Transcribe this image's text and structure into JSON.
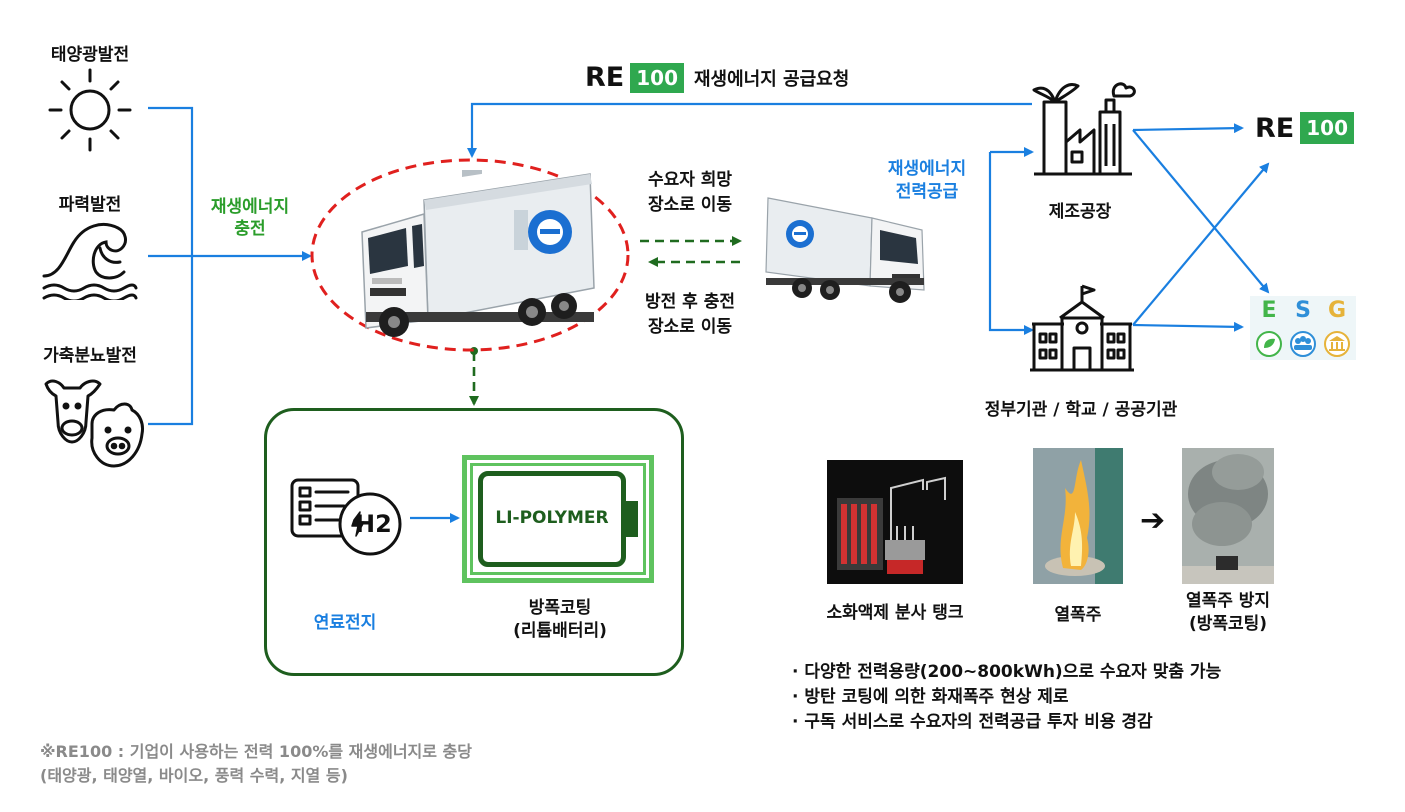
{
  "sources": {
    "solar": "태양광발전",
    "wind": "파력발전",
    "livestock": "가축분뇨발전",
    "charge_label_line1": "재생에너지",
    "charge_label_line2": "충전"
  },
  "top_request": {
    "re": "RE",
    "hundred": "100",
    "text": "재생에너지 공급요청"
  },
  "movement": {
    "to_customer_line1": "수요자 희망",
    "to_customer_line2": "장소로 이동",
    "to_charge_line1": "방전 후 충전",
    "to_charge_line2": "장소로 이동"
  },
  "supply": {
    "line1": "재생에너지",
    "line2": "전력공급"
  },
  "consumers": {
    "factory": "제조공장",
    "public": "정부기관 / 학교 / 공공기관"
  },
  "outcomes": {
    "re": "RE",
    "hundred": "100",
    "esg": [
      "E",
      "S",
      "G"
    ]
  },
  "battery_box": {
    "fuel_cell_label": "연료전지",
    "battery_text": "LI-POLYMER",
    "battery_label_line1": "방폭코팅",
    "battery_label_line2": "(리튬배터리)",
    "h2_symbol": "H2"
  },
  "safety": {
    "tank_label": "소화액제 분사 탱크",
    "thermal_label": "열폭주",
    "prevent_line1": "열폭주 방지",
    "prevent_line2": "(방폭코팅)"
  },
  "bullets": [
    "· 다양한 전력용량(200~800kWh)으로 수요자 맞춤 가능",
    "· 방탄 코팅에 의한 화재폭주 현상 제로",
    "· 구독 서비스로 수요자의 전력공급 투자 비용 경감"
  ],
  "footnote": {
    "line1": "※RE100 : 기업이 사용하는 전력 100%를 재생에너지로 충당",
    "line2": "(태양광, 태양열, 바이오, 풍력 수력, 지열 등)"
  },
  "colors": {
    "blue_arrow": "#1a7fe0",
    "green_dash": "#1f6b1f",
    "red_dash": "#e0201e",
    "re100_green": "#2fa84f",
    "battery_green": "#5fc35f",
    "box_border": "#1e5e1e"
  }
}
